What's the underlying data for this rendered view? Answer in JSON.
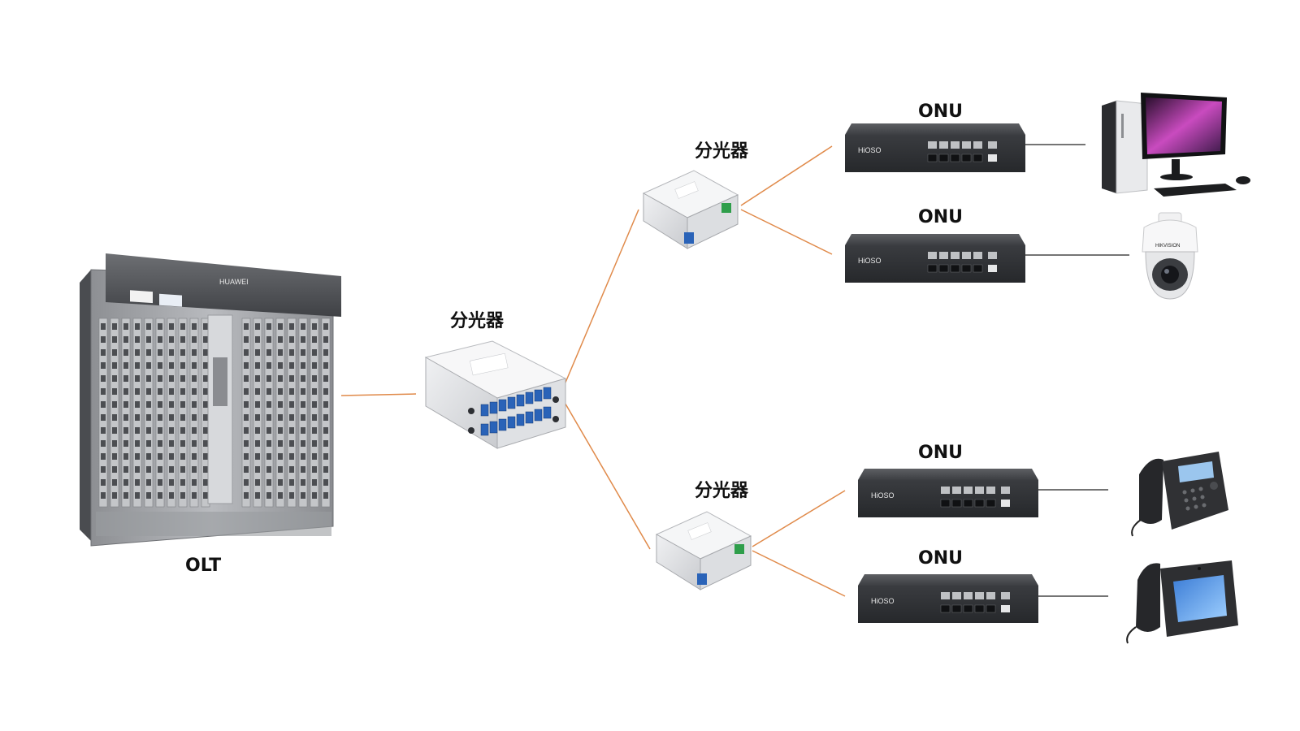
{
  "nodes": {
    "olt": {
      "label": "OLT",
      "brand": "HUAWEI"
    },
    "splitter_main": {
      "label": "分光器"
    },
    "splitter_top": {
      "label": "分光器"
    },
    "splitter_bottom": {
      "label": "分光器"
    },
    "onu_1": {
      "label": "ONU",
      "brand": "HiOSO"
    },
    "onu_2": {
      "label": "ONU",
      "brand": "HiOSO"
    },
    "onu_3": {
      "label": "ONU",
      "brand": "HiOSO"
    },
    "onu_4": {
      "label": "ONU",
      "brand": "HiOSO"
    },
    "camera": {
      "brand": "HIKVISION"
    }
  },
  "colors": {
    "fiber": "#e08a4a",
    "ethernet": "#222222"
  }
}
